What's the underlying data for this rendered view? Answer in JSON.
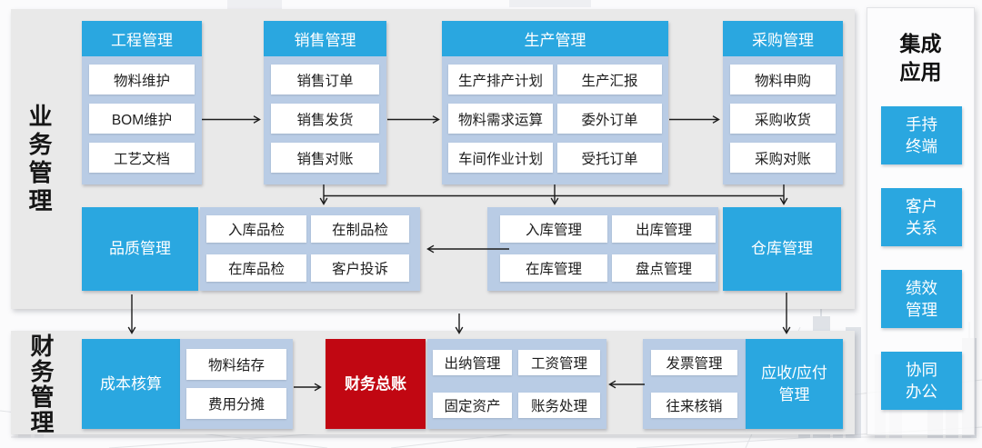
{
  "colors": {
    "accent_blue": "#2aa7e0",
    "container_light_blue": "#b9cce5",
    "section_gray": "#e9e9e9",
    "ledger_red": "#c10712",
    "arrow_line": "#1c1c1c"
  },
  "business_section": {
    "label": "业务管理"
  },
  "finance_section": {
    "label": "财务管理"
  },
  "columns": [
    {
      "header": "工程管理",
      "items": [
        "物料维护",
        "BOM维护",
        "工艺文档"
      ]
    },
    {
      "header": "销售管理",
      "items": [
        "销售订单",
        "销售发货",
        "销售对账"
      ]
    },
    {
      "header": "生产管理",
      "items": [
        "生产排产计划",
        "生产汇报",
        "物料需求运算",
        "委外订单",
        "车间作业计划",
        "受托订单"
      ]
    },
    {
      "header": "采购管理",
      "items": [
        "物料申购",
        "采购收货",
        "采购对账"
      ]
    }
  ],
  "middle_row": {
    "quality_box": "品质管理",
    "quality_items": [
      "入库品检",
      "在制品检",
      "在库品检",
      "客户投诉"
    ],
    "warehouse_items": [
      "入库管理",
      "出库管理",
      "在库管理",
      "盘点管理"
    ],
    "warehouse_box": "仓库管理"
  },
  "finance_row": {
    "cost_box": "成本核算",
    "cost_items": [
      "物料结存",
      "费用分摊"
    ],
    "ledger_box": "财务总账",
    "ledger_items": [
      "出纳管理",
      "工资管理",
      "固定资产",
      "账务处理"
    ],
    "invoice_items": [
      "发票管理",
      "往来核销"
    ],
    "ar_ap_box": "应收/应付\n管理"
  },
  "integration_panel": {
    "title": "集成\n应用",
    "items": [
      "手持\n终端",
      "客户\n关系",
      "绩效\n管理",
      "协同\n办公"
    ]
  }
}
